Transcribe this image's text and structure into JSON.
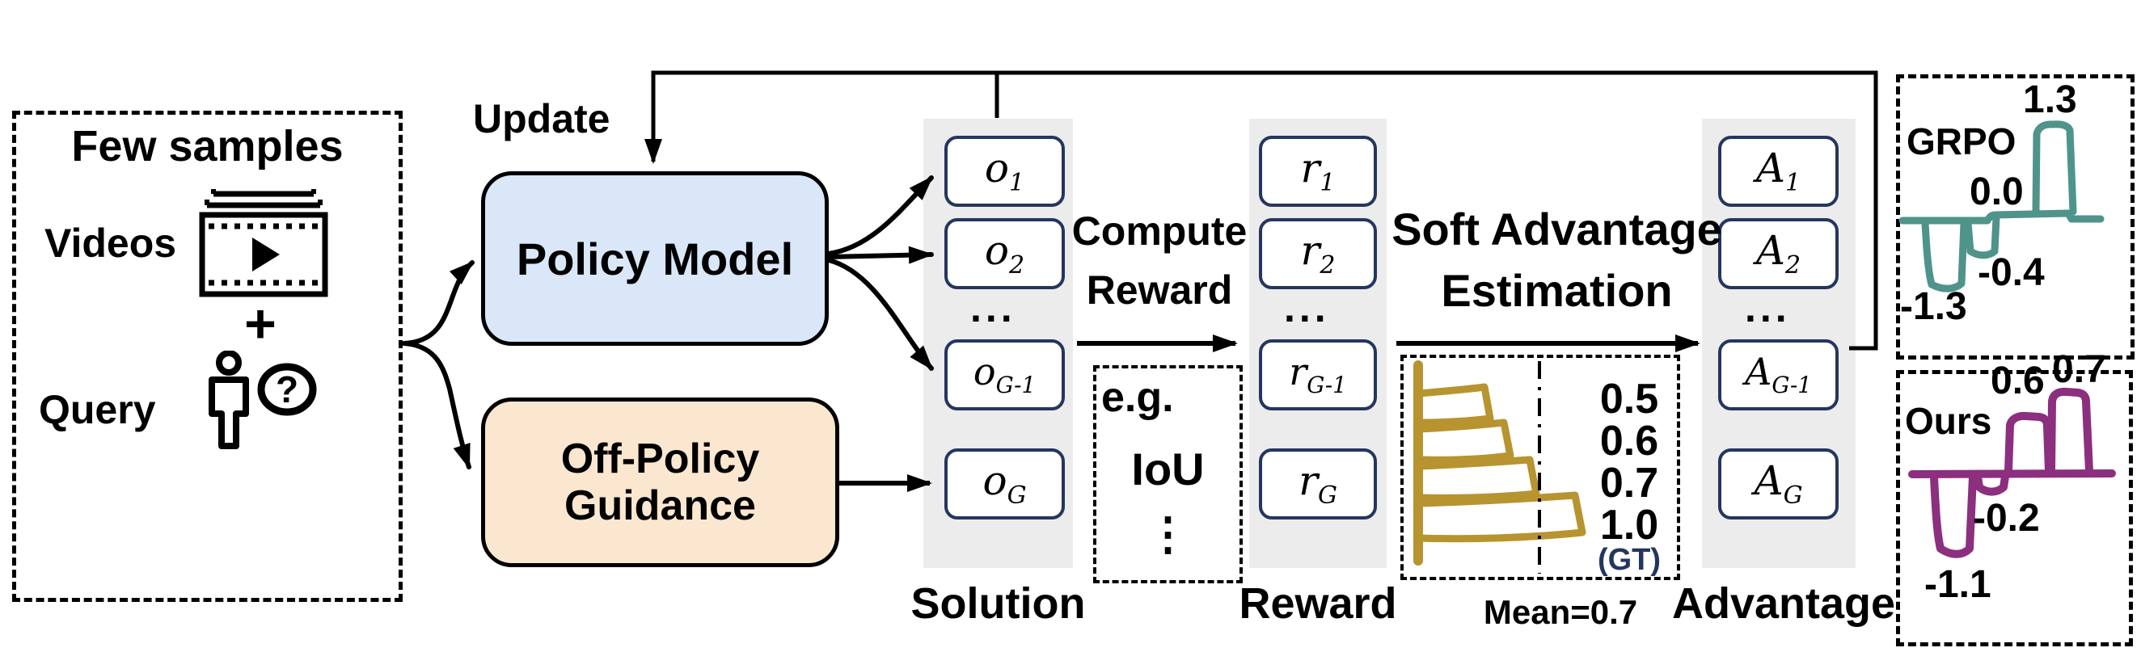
{
  "colors": {
    "teal": "#4e948a",
    "purple": "#8b2f7e",
    "gold": "#b7942f",
    "navy": "#24365f",
    "policy_fill": "#d9e7f8",
    "guidance_fill": "#fbe7d0",
    "column_fill": "#ececec"
  },
  "left_panel": {
    "title": "Few samples",
    "videos_label": "Videos",
    "plus_sign": "+",
    "query_label": "Query",
    "question_mark": "?"
  },
  "update_label": "Update",
  "policy_model_label": "Policy Model",
  "off_policy": {
    "line1": "Off-Policy",
    "line2": "Guidance"
  },
  "solution": {
    "label": "Solution",
    "ellipsis": "...",
    "items": [
      {
        "base": "o",
        "sub": "1"
      },
      {
        "base": "o",
        "sub": "2"
      },
      {
        "base": "o",
        "sub": "G-1"
      },
      {
        "base": "o",
        "sub": "G"
      }
    ]
  },
  "reward": {
    "label": "Reward",
    "ellipsis": "...",
    "items": [
      {
        "base": "r",
        "sub": "1"
      },
      {
        "base": "r",
        "sub": "2"
      },
      {
        "base": "r",
        "sub": "G-1"
      },
      {
        "base": "r",
        "sub": "G"
      }
    ]
  },
  "advantage": {
    "label": "Advantage",
    "ellipsis": "...",
    "items": [
      {
        "base": "A",
        "sub": "1"
      },
      {
        "base": "A",
        "sub": "2"
      },
      {
        "base": "A",
        "sub": "G-1"
      },
      {
        "base": "A",
        "sub": "G"
      }
    ]
  },
  "compute_reward": {
    "line1": "Compute",
    "line2": "Reward"
  },
  "example_box": {
    "prefix": "e.g.",
    "metric": "IoU",
    "vdots": "⋮"
  },
  "soft_advantage": {
    "line1": "Soft Advantage",
    "line2": "Estimation"
  },
  "reward_chart": {
    "v1": "0.5",
    "v2": "0.6",
    "v3": "0.7",
    "v4": "1.0",
    "gt": "(GT)",
    "mean_label": "Mean=0.7"
  },
  "grpo_chart": {
    "title": "GRPO",
    "pos_big": "1.3",
    "zero": "0.0",
    "neg_small": "-0.4",
    "neg_big": "-1.3"
  },
  "ours_chart": {
    "title": "Ours",
    "pos_small": "0.6",
    "pos_big": "0.7",
    "neg_small": "-0.2",
    "neg_big": "-1.1"
  },
  "chart_data": [
    {
      "name": "reward-distribution",
      "type": "bar",
      "orientation": "horizontal",
      "values": [
        0.5,
        0.6,
        0.7,
        1.0
      ],
      "tick_labels": [
        "0.5",
        "0.6",
        "0.7",
        "1.0"
      ],
      "annotations": [
        "(GT)",
        "Mean=0.7"
      ],
      "mean": 0.7,
      "color": "#b7942f",
      "grid": false,
      "legend": false
    },
    {
      "name": "grpo-advantages",
      "type": "bar",
      "title": "GRPO",
      "values": [
        -1.3,
        -0.4,
        0.0,
        1.3
      ],
      "data_labels": [
        "-1.3",
        "-0.4",
        "0.0",
        "1.3"
      ],
      "color": "#4e948a",
      "baseline": 0,
      "grid": false,
      "legend": false
    },
    {
      "name": "ours-advantages",
      "type": "bar",
      "title": "Ours",
      "values": [
        -1.1,
        -0.2,
        0.6,
        0.7
      ],
      "data_labels": [
        "-1.1",
        "-0.2",
        "0.6",
        "0.7"
      ],
      "color": "#8b2f7e",
      "baseline": 0,
      "grid": false,
      "legend": false
    }
  ]
}
